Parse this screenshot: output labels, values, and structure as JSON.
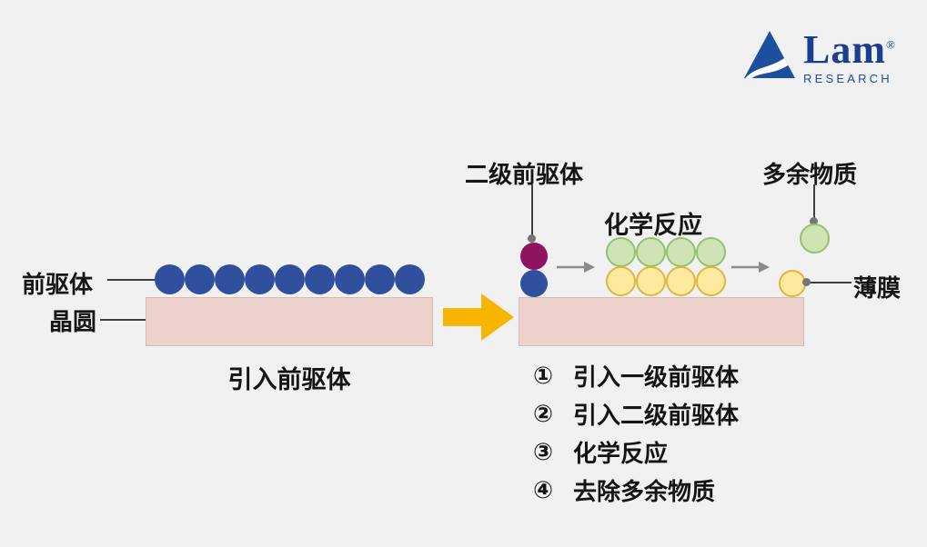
{
  "logo": {
    "brand": "Lam",
    "registered": "®",
    "subbrand": "RESEARCH"
  },
  "left_panel": {
    "precursor_label": "前驱体",
    "wafer_label": "晶圆",
    "caption": "引入前驱体",
    "precursor_row": {
      "count": 9,
      "size": 33,
      "fill": "#30509e"
    }
  },
  "right_panel": {
    "secondary_precursor_label": "二级前驱体",
    "reaction_label": "化学反应",
    "excess_label": "多余物质",
    "film_label": "薄膜",
    "reaction_green_row": {
      "count": 4,
      "size": 33,
      "fill": "#cfe3b4",
      "border": "#8fc370"
    },
    "reaction_yellow_row": {
      "count": 4,
      "size": 33,
      "fill": "#fdeaa0",
      "border": "#e2b53c"
    }
  },
  "steps": [
    {
      "num": "①",
      "text": "引入一级前驱体"
    },
    {
      "num": "②",
      "text": "引入二级前驱体"
    },
    {
      "num": "③",
      "text": "化学反应"
    },
    {
      "num": "④",
      "text": "去除多余物质"
    }
  ],
  "colors": {
    "background": "#f1f1f1",
    "wafer": "#edd2cc",
    "wafer_border": "#d9bab3",
    "precursor_blue": "#30509e",
    "secondary_purple": "#8e1360",
    "green_fill": "#cfe3b4",
    "green_border": "#8fc370",
    "yellow_fill": "#fdeaa0",
    "yellow_border": "#e2b53c",
    "arrow_orange": "#f7b500",
    "arrow_gray": "#8a8a8a",
    "logo_blue": "#1d4f9f"
  }
}
